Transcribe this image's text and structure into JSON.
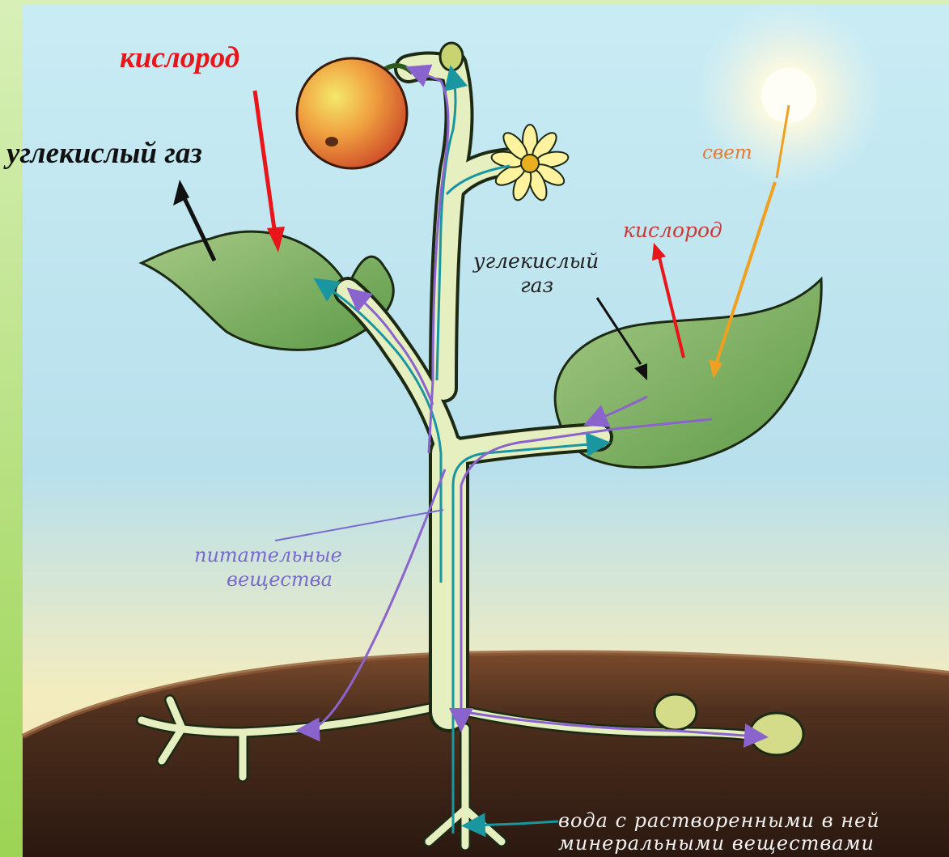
{
  "labels": {
    "oxygen_top": "кислород",
    "carbon_dioxide_top": "углекислый газ",
    "light": "свет",
    "oxygen_leaf": "кислород",
    "carbon_dioxide_leaf_line1": "углекислый",
    "carbon_dioxide_leaf_line2": "газ",
    "nutrients_line1": "питательные",
    "nutrients_line2": "вещества",
    "water_line1": "вода с растворенными в ней",
    "water_line2": "минеральными веществами"
  },
  "colors": {
    "oxygen_arrow": "#e8151b",
    "carbon_dioxide_arrow": "#111111",
    "light_arrow": "#f0a020",
    "water_flow": "#1a96a0",
    "nutrient_flow": "#8a64cc",
    "oxygen_leaf_label": "#c83a3a",
    "light_label": "#e07c38",
    "nutrient_label": "#7a6ad0",
    "water_label": "#f2f2f2",
    "stem": "#e6efc0",
    "leaf": "#6fa552",
    "soil": "#4a2e1c",
    "sky": "#bfe5ee"
  },
  "icons": {
    "sun": "sun-icon",
    "fruit": "fruit-icon",
    "flower": "flower-icon",
    "bud": "bud-icon",
    "tubers": "tuber-icon"
  }
}
